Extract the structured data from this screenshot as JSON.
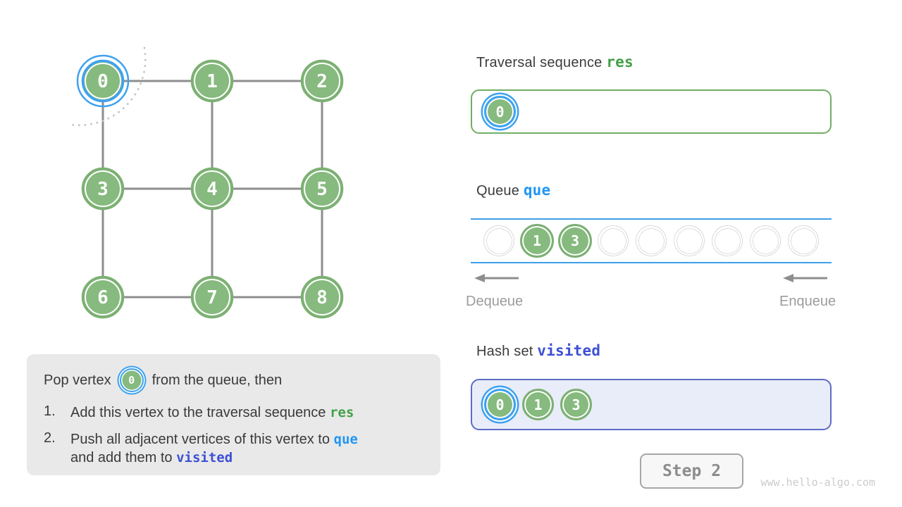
{
  "watermark": "www.hello-algo.com",
  "colors": {
    "vertex_green": "#86ba7e",
    "vertex_border": "#7cb073",
    "highlight_blue": "#3ea2f0",
    "edge_gray": "#8e8e8e",
    "arc_gray": "#c2c2c2",
    "code_green": "#43a047",
    "code_blue": "#2196f3",
    "code_indigo": "#3d50d4"
  },
  "graph": {
    "vertices": [
      {
        "label": "0",
        "highlighted": true
      },
      {
        "label": "1"
      },
      {
        "label": "2"
      },
      {
        "label": "3"
      },
      {
        "label": "4"
      },
      {
        "label": "5"
      },
      {
        "label": "6"
      },
      {
        "label": "7"
      },
      {
        "label": "8"
      }
    ],
    "edges": [
      [
        0,
        1
      ],
      [
        1,
        2
      ],
      [
        3,
        4
      ],
      [
        4,
        5
      ],
      [
        6,
        7
      ],
      [
        7,
        8
      ],
      [
        0,
        3
      ],
      [
        3,
        6
      ],
      [
        1,
        4
      ],
      [
        4,
        7
      ],
      [
        2,
        5
      ],
      [
        5,
        8
      ]
    ]
  },
  "explanation": {
    "intro": {
      "prefix": "Pop vertex",
      "vertex": "0",
      "suffix": "from the queue, then"
    },
    "items": [
      {
        "number": "1.",
        "parts": [
          {
            "text": "Add this vertex to the traversal sequence "
          },
          {
            "text": "res",
            "style": "code-green"
          }
        ]
      },
      {
        "number": "2.",
        "parts": [
          {
            "text": "Push all adjacent vertices of this vertex to "
          },
          {
            "text": "que",
            "style": "code-blue"
          },
          {
            "break": true
          },
          {
            "text": "and add them to "
          },
          {
            "text": "visited",
            "style": "code-indigo"
          }
        ]
      }
    ]
  },
  "traversal": {
    "title": "Traversal sequence",
    "code": "res",
    "items": [
      {
        "label": "0",
        "highlighted": true
      }
    ]
  },
  "queue": {
    "title": "Queue",
    "code": "que",
    "slots": [
      "",
      "1",
      "3",
      "",
      "",
      "",
      "",
      "",
      ""
    ],
    "dequeue_label": "Dequeue",
    "enqueue_label": "Enqueue"
  },
  "visited": {
    "title": "Hash set",
    "code": "visited",
    "items": [
      {
        "label": "0",
        "highlighted": true
      },
      {
        "label": "1"
      },
      {
        "label": "3"
      }
    ]
  },
  "step": {
    "label": "Step 2"
  }
}
